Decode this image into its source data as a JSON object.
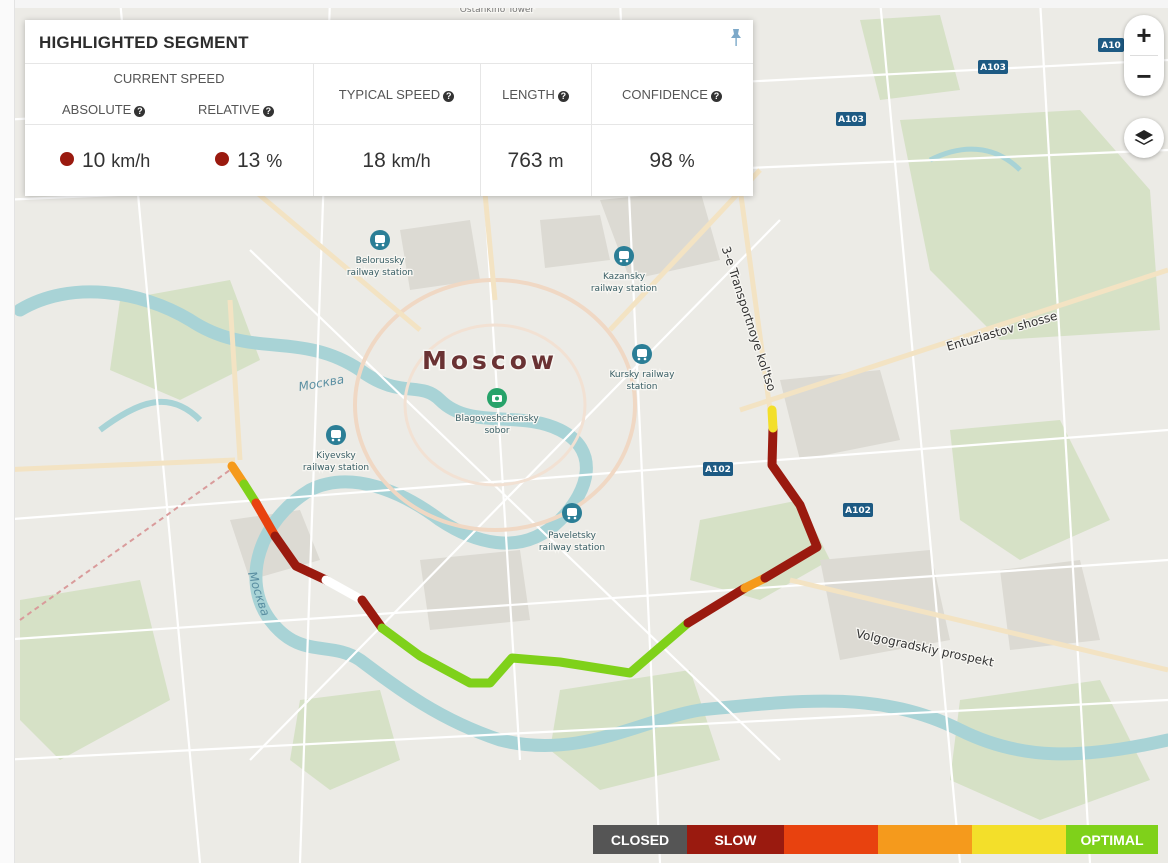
{
  "panel": {
    "title": "HIGHLIGHTED SEGMENT",
    "headers": {
      "current_speed": "CURRENT SPEED",
      "absolute": "ABSOLUTE",
      "relative": "RELATIVE",
      "typical_speed": "TYPICAL SPEED",
      "length": "LENGTH",
      "confidence": "CONFIDENCE"
    },
    "values": {
      "absolute_value": "10",
      "absolute_unit": "km/h",
      "relative_value": "13",
      "relative_unit": "%",
      "typical_value": "18",
      "typical_unit": "km/h",
      "length_value": "763",
      "length_unit": "m",
      "confidence_value": "98",
      "confidence_unit": "%"
    },
    "status_color": "#9a1a0f"
  },
  "controls": {
    "zoom_in": "+",
    "zoom_out": "−"
  },
  "map_labels": {
    "city": "Moscow",
    "top_cut": "Ostankino Tower",
    "belorussky": [
      "Belorussky",
      "railway station"
    ],
    "kazansky": [
      "Kazansky",
      "railway station"
    ],
    "kursky": [
      "Kursky railway",
      "station"
    ],
    "kiyevsky": [
      "Kiyevsky",
      "railway station"
    ],
    "paveletsky": [
      "Paveletsky",
      "railway station"
    ],
    "blagoveshchensky": [
      "Blagoveshchensky",
      "sobor"
    ],
    "moskva_1": "Москва",
    "moskva_2": "Москва",
    "ttk": "3-e Transportnoye kol'tso",
    "entuziastov": "Entuziastov shosse",
    "volgogradsky": "Volgogradskiy prospekt",
    "road_a102_1": "A102",
    "road_a102_2": "A102",
    "road_a103_1": "A103",
    "road_a103_2": "A103",
    "road_a10": "A10"
  },
  "legend": [
    {
      "label": "CLOSED",
      "color": "#555555"
    },
    {
      "label": "SLOW",
      "color": "#9a1a0f"
    },
    {
      "label": "",
      "color": "#e8420f"
    },
    {
      "label": "",
      "color": "#f59a1c"
    },
    {
      "label": "",
      "color": "#f3df2a"
    },
    {
      "label": "OPTIMAL",
      "color": "#7fd11a"
    }
  ]
}
